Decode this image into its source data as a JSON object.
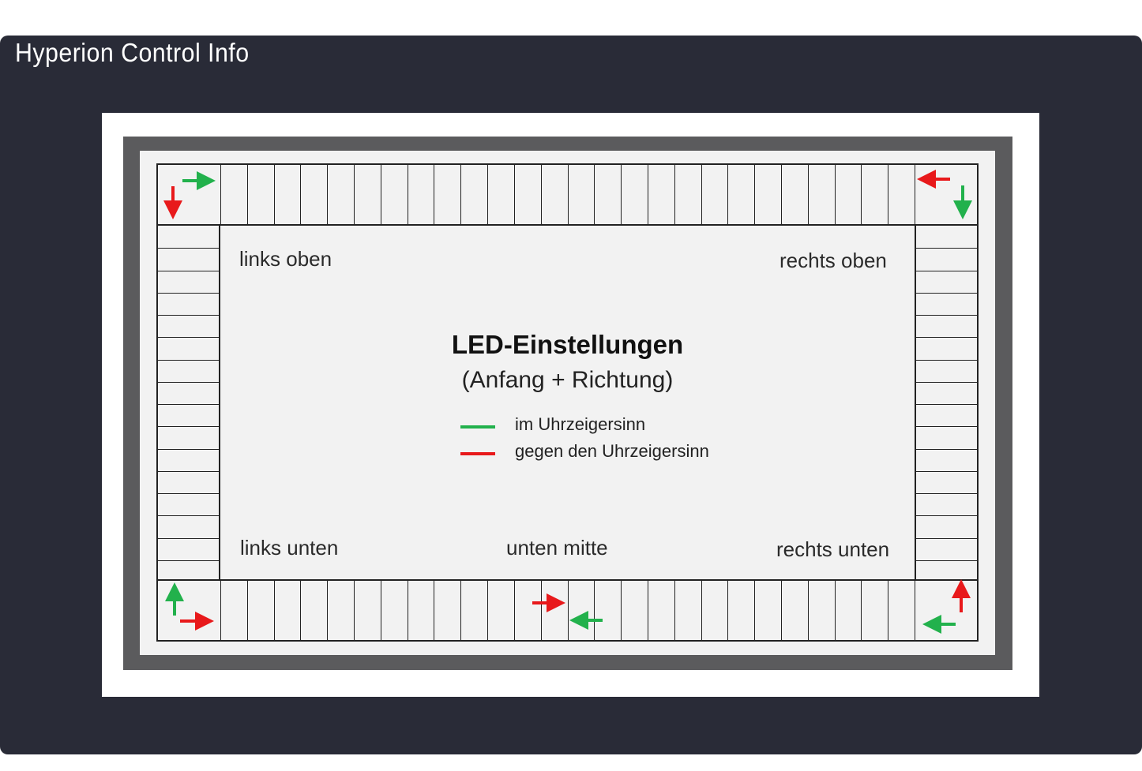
{
  "window": {
    "title": "Hyperion Control Info"
  },
  "diagram": {
    "title": "LED-Einstellungen",
    "subtitle": "(Anfang + Richtung)",
    "corners": {
      "top_left": "links oben",
      "top_right": "rechts oben",
      "bottom_left": "links unten",
      "bottom_middle": "unten mitte",
      "bottom_right": "rechts unten"
    },
    "legend": [
      {
        "label": "im Uhrzeigersinn",
        "color": "#22b14c"
      },
      {
        "label": "gegen den Uhrzeigersinn",
        "color": "#e8191b"
      }
    ]
  },
  "colors": {
    "window_bg": "#292b37",
    "frame": "#5b5b5d",
    "panel": "#f2f2f2",
    "clockwise": "#22b14c",
    "counter_clockwise": "#e8191b"
  }
}
